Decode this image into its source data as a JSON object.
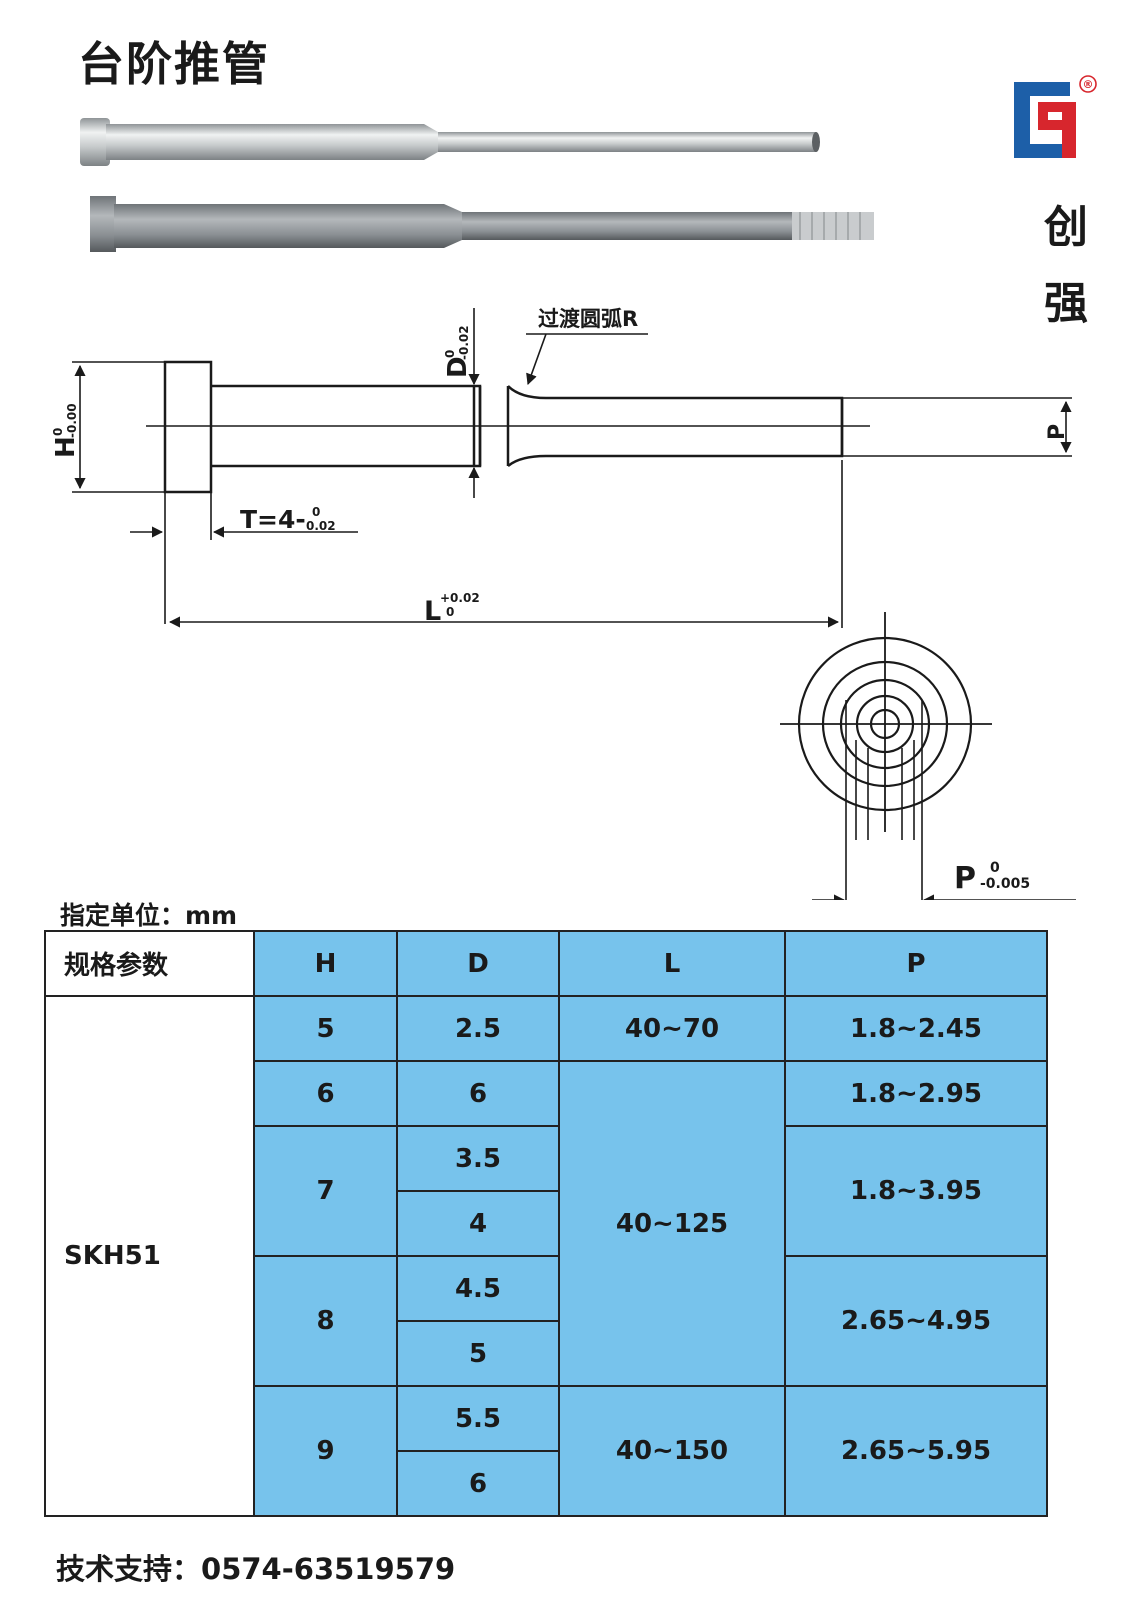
{
  "title": "台阶推管",
  "brand": {
    "name_line1": "创",
    "name_line2": "强",
    "registered": "®",
    "colors": {
      "blue": "#1d5fa8",
      "red": "#d7262d"
    }
  },
  "drawing": {
    "transition_label": "过渡圆弧R",
    "D": {
      "letter": "D",
      "upper": "0",
      "lower": "-0.02"
    },
    "H": {
      "letter": "H",
      "upper": "0",
      "lower": "-0.00"
    },
    "P_side": "P",
    "T": {
      "text": "T=4-",
      "upper": "0",
      "lower": "0.02"
    },
    "L": {
      "letter": "L",
      "upper": "+0.02",
      "lower": "0"
    },
    "P_end": {
      "letter": "P",
      "upper": "0",
      "lower": "-0.005"
    }
  },
  "unit_label": "指定单位：mm",
  "table": {
    "header": {
      "spec": "规格参数",
      "h": "H",
      "d": "D",
      "l": "L",
      "p": "P"
    },
    "material": "SKH51",
    "h_values": [
      "5",
      "6",
      "7",
      "8",
      "9"
    ],
    "d_values": [
      "2.5",
      "6",
      "3.5",
      "4",
      "4.5",
      "5",
      "5.5",
      "6"
    ],
    "l_values": [
      "40~70",
      "40~125",
      "40~150"
    ],
    "p_values": [
      "1.8~2.45",
      "1.8~2.95",
      "1.8~3.95",
      "2.65~4.95",
      "2.65~5.95"
    ]
  },
  "contact": {
    "label": "技术支持：",
    "phone": "0574-63519579"
  }
}
